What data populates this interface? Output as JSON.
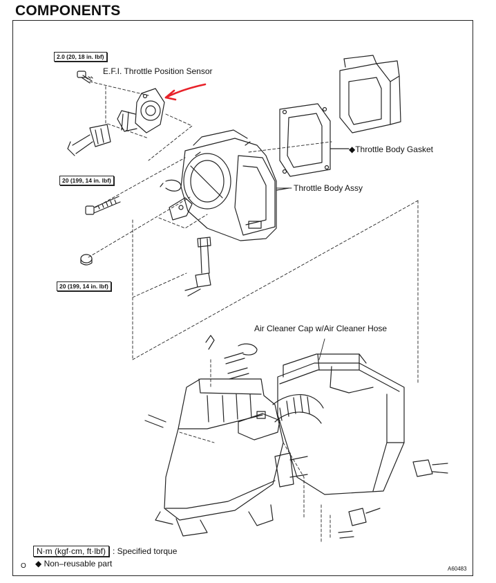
{
  "title": "COMPONENTS",
  "labels": {
    "tps": "E.F.I. Throttle Position Sensor",
    "gasket": "◆Throttle Body Gasket",
    "throttle_body": "Throttle Body Assy",
    "air_cleaner": "Air Cleaner Cap w/Air Cleaner Hose"
  },
  "torques": {
    "tps_screw": "2.0 (20, 18 in. lbf)",
    "bolt": "20 (199, 14 in. lbf)",
    "nut": "20 (199, 14 in. lbf)"
  },
  "legend": {
    "torque_unit": "N·m (kgf·cm, ft·lbf)",
    "torque_desc": ": Specified torque",
    "non_reusable": "◆ Non–reusable part"
  },
  "corner_mark": "O",
  "figure_code": "A60483",
  "annotation_color": "#e8222a"
}
